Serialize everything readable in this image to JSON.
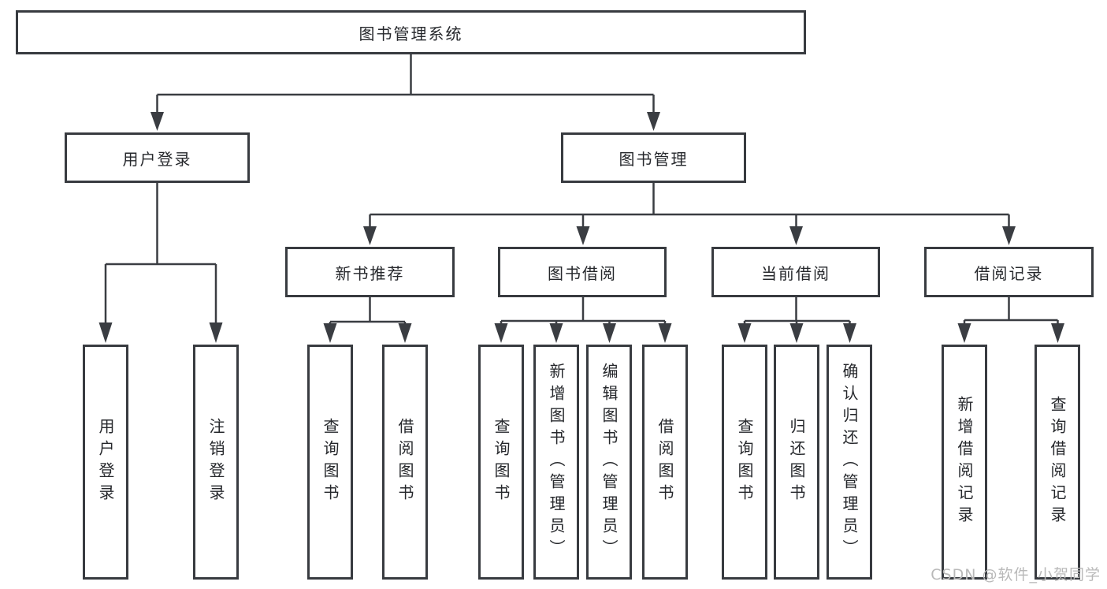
{
  "tree": {
    "root": {
      "label": "图书管理系统"
    },
    "branches": [
      {
        "label": "用户登录",
        "leaves": [
          {
            "label": "用户登录"
          },
          {
            "label": "注销登录"
          }
        ]
      },
      {
        "label": "图书管理",
        "groups": [
          {
            "label": "新书推荐",
            "leaves": [
              {
                "label": "查询图书"
              },
              {
                "label": "借阅图书"
              }
            ]
          },
          {
            "label": "图书借阅",
            "leaves": [
              {
                "label": "查询图书"
              },
              {
                "label": "新增图书（管理员）"
              },
              {
                "label": "编辑图书（管理员）"
              },
              {
                "label": "借阅图书"
              }
            ]
          },
          {
            "label": "当前借阅",
            "leaves": [
              {
                "label": "查询图书"
              },
              {
                "label": "归还图书"
              },
              {
                "label": "确认归还（管理员）"
              }
            ]
          },
          {
            "label": "借阅记录",
            "leaves": [
              {
                "label": "新增借阅记录"
              },
              {
                "label": "查询借阅记录"
              }
            ]
          }
        ]
      }
    ]
  },
  "watermark": {
    "text": "CSDN @软件_小贺同学"
  },
  "colors": {
    "line": "#3a3d42",
    "border": "#383b40",
    "text": "#26282c",
    "watermark": "#b9b9b9",
    "background": "#ffffff"
  }
}
